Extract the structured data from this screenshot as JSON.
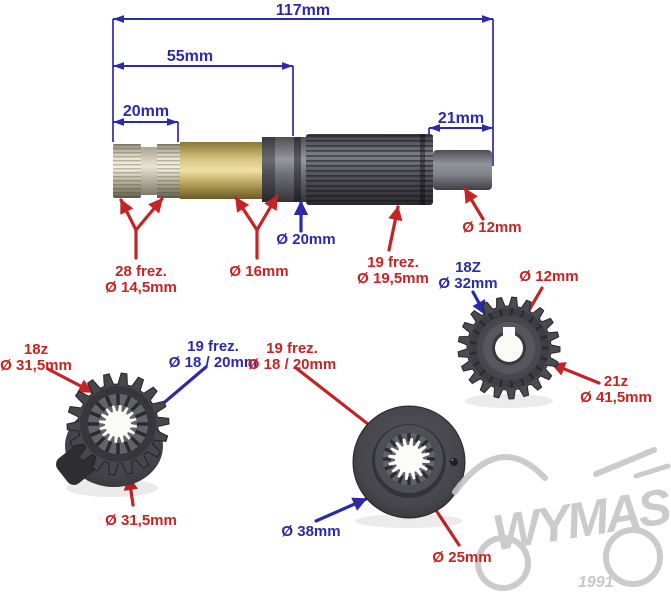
{
  "dimensions": {
    "total_length": "117mm",
    "mid_length": "55mm",
    "spline_length": "20mm",
    "end_length": "21mm"
  },
  "shaft_callouts": {
    "spline_count": {
      "line1": "28 frez.",
      "line2": "Ø 14,5mm"
    },
    "mid_diameter": "Ø 16mm",
    "collar_diameter": "Ø 20mm",
    "spline_section": {
      "line1": "19 frez.",
      "line2": "Ø 19,5mm"
    },
    "end_diameter": "Ø 12mm"
  },
  "gear": {
    "inner": {
      "line1": "18Z",
      "line2": "Ø 32mm"
    },
    "bore": "Ø 12mm",
    "outer": {
      "line1": "21z",
      "line2": "Ø 41,5mm"
    }
  },
  "pinion": {
    "teeth": {
      "line1": "18z",
      "line2": "Ø 31,5mm"
    },
    "spline": {
      "line1": "19 frez.",
      "line2": "Ø 18 / 20mm"
    },
    "outer_diameter": "Ø 31,5mm"
  },
  "washer": {
    "spline": {
      "line1": "19 frez.",
      "line2": "Ø 18 / 20mm"
    },
    "outer_diameter": "Ø 38mm",
    "hub_diameter": "Ø 25mm"
  },
  "watermark": {
    "brand": "WYMAS",
    "year": "1991"
  },
  "colors": {
    "dimension_blue": "#2b2baa",
    "callout_red": "#c32424",
    "watermark_gray": "#c6c6c6"
  }
}
